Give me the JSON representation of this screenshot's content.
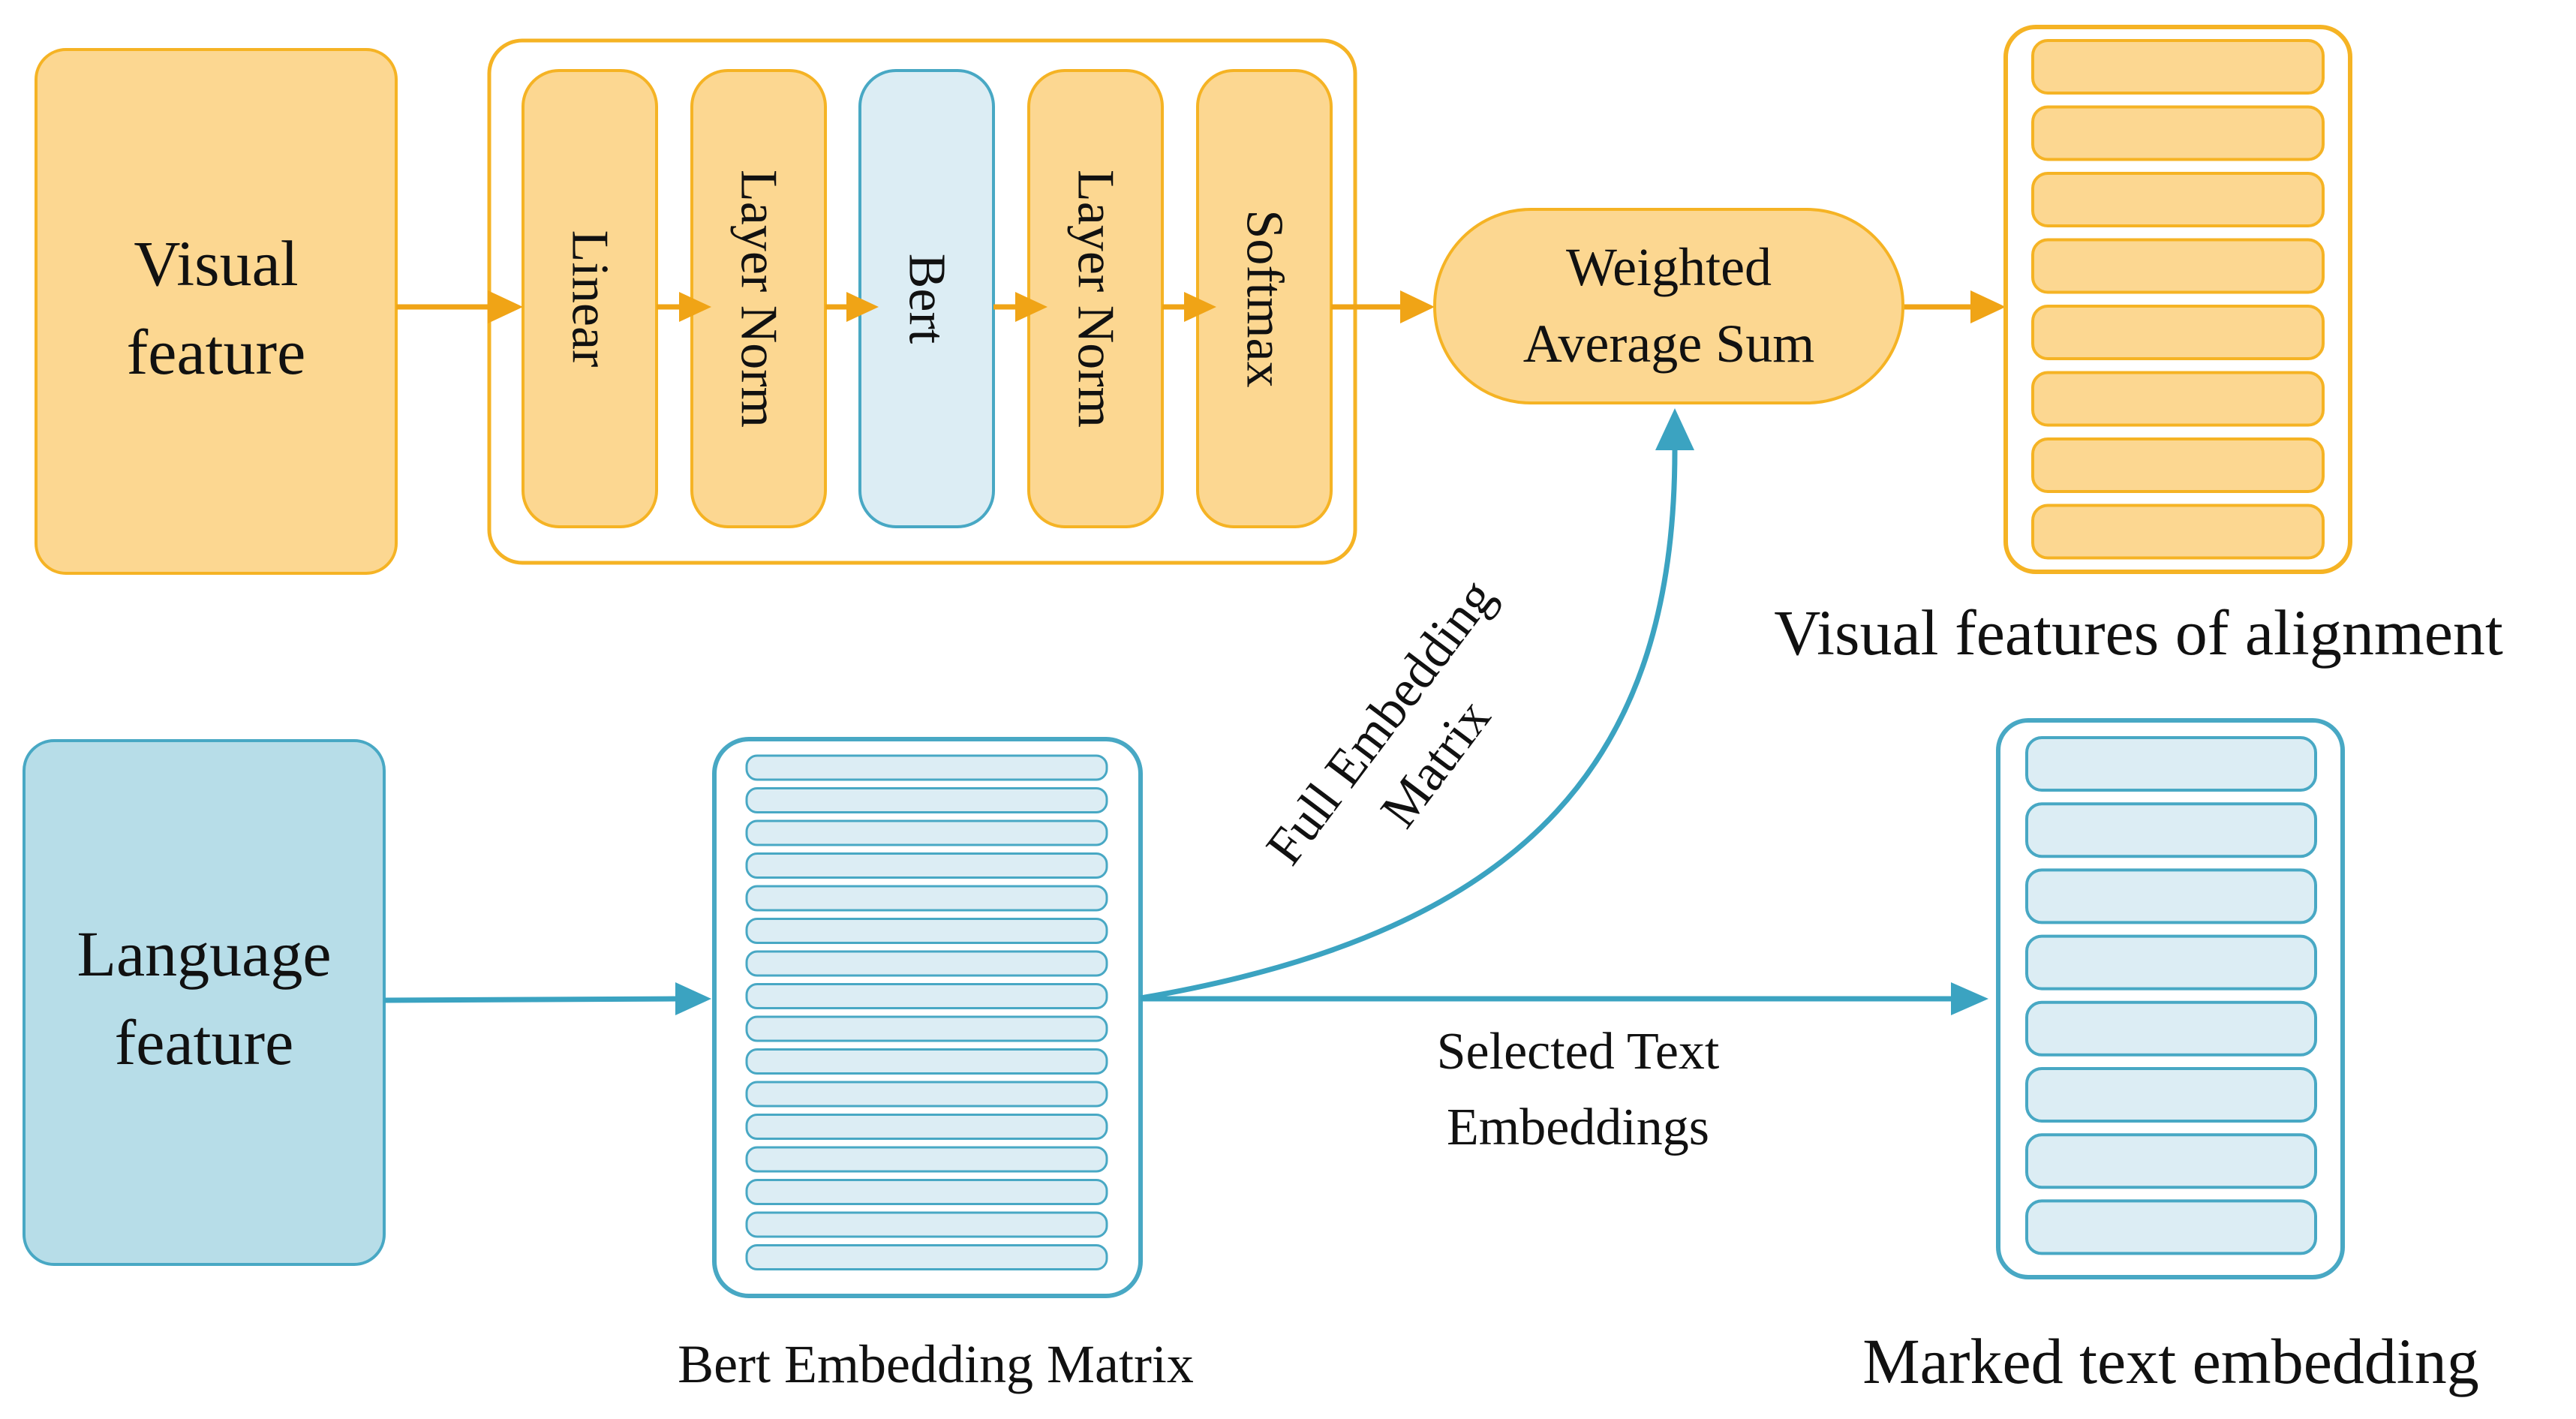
{
  "colors": {
    "orange_fill": "#fcd791",
    "orange_stroke": "#f5b324",
    "orange_arrow": "#f0a416",
    "blue_light": "#dcedf4",
    "blue_box": "#b7dde8",
    "blue_stroke": "#48a8c4",
    "blue_arrow": "#3ba3c1",
    "text": "#111111"
  },
  "visual_feature": {
    "line1": "Visual",
    "line2": "feature"
  },
  "language_feature": {
    "line1": "Language",
    "line2": "feature"
  },
  "pipeline": [
    {
      "label": "Linear",
      "kind": "orange"
    },
    {
      "label": "Layer Norm",
      "kind": "orange"
    },
    {
      "label": "Bert",
      "kind": "blue"
    },
    {
      "label": "Layer Norm",
      "kind": "orange"
    },
    {
      "label": "Softmax",
      "kind": "orange"
    }
  ],
  "weighted": {
    "line1": "Weighted",
    "line2": "Average Sum"
  },
  "aligned_caption": "Visual features of alignment",
  "bert_matrix_caption": "Bert Embedding Matrix",
  "marked_caption": "Marked text embedding",
  "full_embedding": {
    "line1": "Full Embedding",
    "line2": "Matrix"
  },
  "selected_text": {
    "line1": "Selected Text",
    "line2": "Embeddings"
  }
}
